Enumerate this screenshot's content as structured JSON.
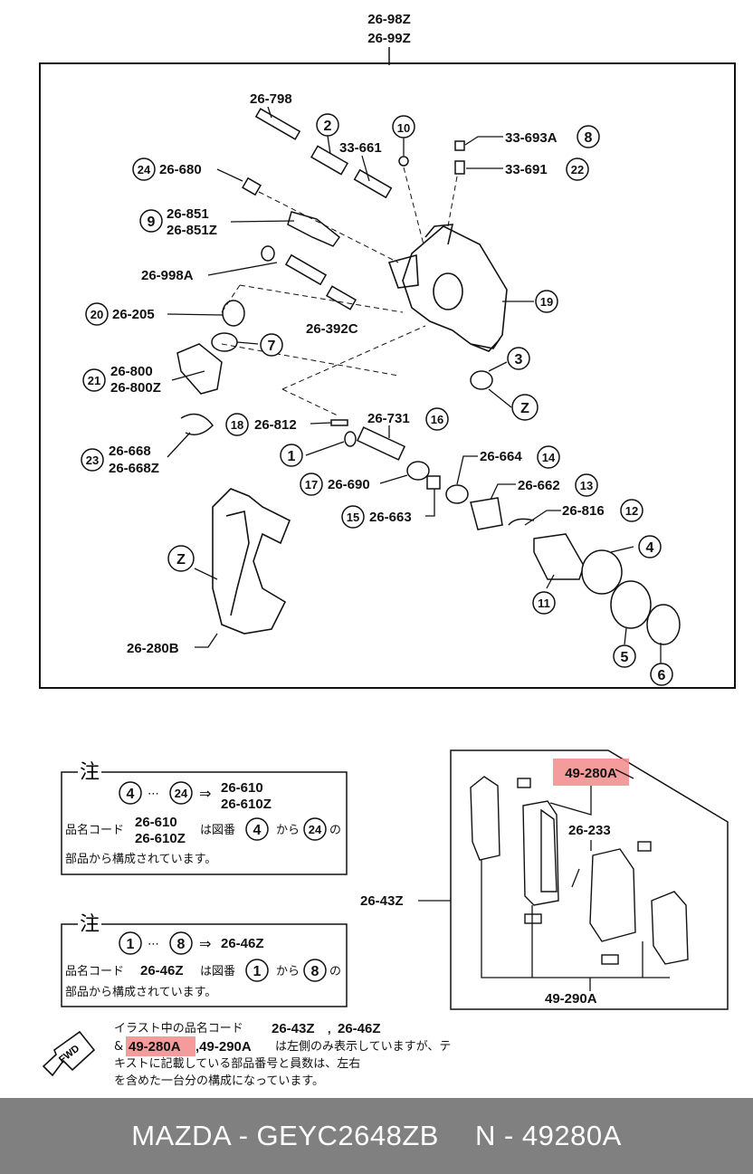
{
  "top_header": {
    "line1": "26-98Z",
    "line2": "26-99Z"
  },
  "callouts": [
    {
      "id": "c-2",
      "text": "2"
    },
    {
      "id": "c-10",
      "text": "10"
    },
    {
      "id": "c-8",
      "text": "8"
    },
    {
      "id": "c-22",
      "text": "22"
    },
    {
      "id": "c-24",
      "text": "24"
    },
    {
      "id": "c-9",
      "text": "9"
    },
    {
      "id": "c-20",
      "text": "20"
    },
    {
      "id": "c-7",
      "text": "7"
    },
    {
      "id": "c-21",
      "text": "21"
    },
    {
      "id": "c-19",
      "text": "19"
    },
    {
      "id": "c-3",
      "text": "3"
    },
    {
      "id": "c-z1",
      "text": "Z"
    },
    {
      "id": "c-18",
      "text": "18"
    },
    {
      "id": "c-16",
      "text": "16"
    },
    {
      "id": "c-1",
      "text": "1"
    },
    {
      "id": "c-23",
      "text": "23"
    },
    {
      "id": "c-14",
      "text": "14"
    },
    {
      "id": "c-17",
      "text": "17"
    },
    {
      "id": "c-13",
      "text": "13"
    },
    {
      "id": "c-15",
      "text": "15"
    },
    {
      "id": "c-12",
      "text": "12"
    },
    {
      "id": "c-4",
      "text": "4"
    },
    {
      "id": "c-z2",
      "text": "Z"
    },
    {
      "id": "c-11",
      "text": "11"
    },
    {
      "id": "c-5",
      "text": "5"
    },
    {
      "id": "c-6",
      "text": "6"
    }
  ],
  "part_labels": {
    "p26_798": "26-798",
    "p33_661": "33-661",
    "p33_693a": "33-693A",
    "p33_691": "33-691",
    "p26_680": "26-680",
    "p26_851": "26-851",
    "p26_851z": "26-851Z",
    "p26_998a": "26-998A",
    "p26_205": "26-205",
    "p26_392c": "26-392C",
    "p26_800": "26-800",
    "p26_800z": "26-800Z",
    "p26_812": "26-812",
    "p26_731": "26-731",
    "p26_668": "26-668",
    "p26_668z": "26-668Z",
    "p26_664": "26-664",
    "p26_690": "26-690",
    "p26_662": "26-662",
    "p26_663": "26-663",
    "p26_816": "26-816",
    "p26_280b": "26-280B"
  },
  "note1": {
    "heading": "注",
    "c_a": "4",
    "ellipsis": "⋯",
    "c_b": "24",
    "arrow": "⇒",
    "r1": "26-610",
    "r2": "26-610Z",
    "line2_prefix": "品名コード",
    "code1": "26-610",
    "code2": "26-610Z",
    "mid": "は図番",
    "c_c": "4",
    "kara": "から",
    "c_d": "24",
    "no": "の",
    "line3": "部品から構成されています。"
  },
  "note2": {
    "heading": "注",
    "c_a": "1",
    "ellipsis": "⋯",
    "c_b": "8",
    "arrow": "⇒",
    "r1": "26-46Z",
    "line2_prefix": "品名コード",
    "code1": "26-46Z",
    "mid": "は図番",
    "c_c": "1",
    "kara": "から",
    "c_d": "8",
    "no": "の",
    "line3": "部品から構成されています。"
  },
  "pads": {
    "hl": "49-280A",
    "p26_233": "26-233",
    "p26_43z": "26-43Z",
    "p49_290a": "49-290A"
  },
  "bottom_note": {
    "l1a": "イラスト中の品名コード",
    "l1b": "26-43Z",
    "l1c": "26-46Z",
    "amp": "&",
    "hl": "49-280A",
    "l2b": ",49-290A",
    "l2c": "は左側のみ表示していますが、テ",
    "l3": "キストに記載している部品番号と員数は、左右",
    "l4": "を含めた一台分の構成になっています。",
    "fwd": "FWD"
  },
  "colors": {
    "highlight": "#f28b8b",
    "footer_bg": "#808080",
    "footer_text": "#ffffff"
  },
  "footer": {
    "left": "MAZDA - GEYC2648ZB",
    "right": "N - 49280A"
  }
}
